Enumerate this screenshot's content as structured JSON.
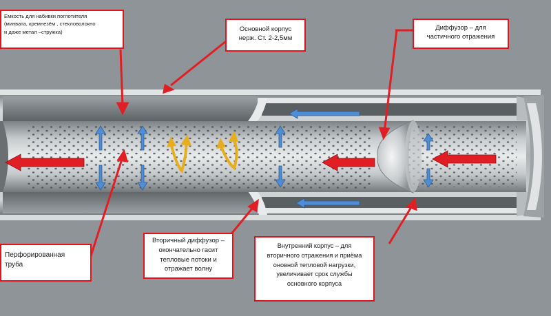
{
  "labels": {
    "absorber": "Емкость для набивки поглотителя\n(минвата, кремнезём , стекловолокно\nи даже метал –стружка)",
    "main_body": "Основной корпус\nнерж. Ст. 2-2,5мм",
    "diffuser": "Диффузор – для\nчастичного отражения",
    "perforated_pipe": "Перфорированная\nтруба",
    "secondary_diffuser": "Вторичный диффузор –\nокончательно гасит\nтепловые потоки и\nотражает волну",
    "inner_body": "Внутренний корпус – для\nвторичного отражения и приёма\nоновной тепловой нагрузки,\nувеличивает срок службы\nосновного корпуса"
  },
  "colors": {
    "callout_border": "#e2141b",
    "flow_arrow": "#e01e24",
    "pressure_arrow": "#4f8ed4",
    "swirl_arrow": "#e6ad1e",
    "background": "#8e9497"
  }
}
